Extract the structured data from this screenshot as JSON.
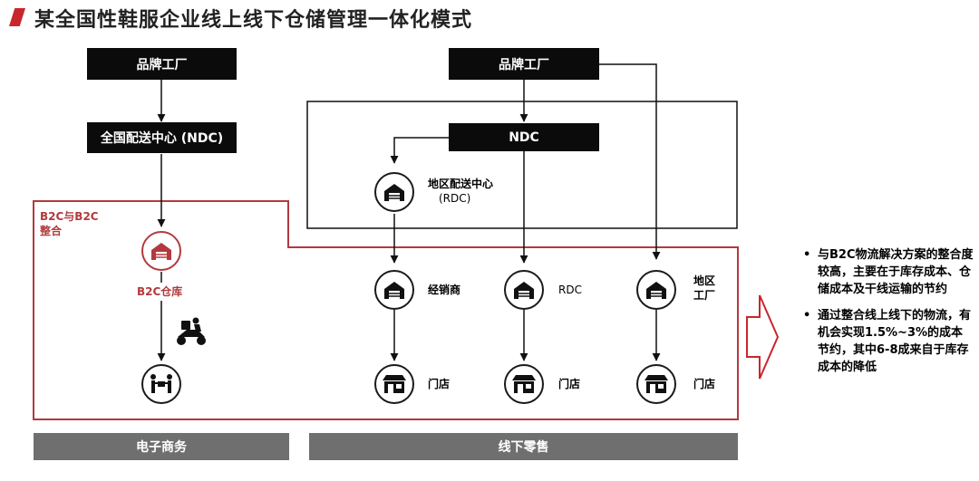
{
  "title": "某全国性鞋服企业线上线下仓储管理一体化模式",
  "left": {
    "factory": "品牌工厂",
    "ndc": "全国配送中心 (NDC)",
    "b2c_group_label_1": "B2C与B2C",
    "b2c_group_label_2": "整合",
    "b2c_warehouse": "B2C仓库"
  },
  "right": {
    "factory": "品牌工厂",
    "ndc": "NDC",
    "rdc_top_1": "地区配送中心",
    "rdc_top_2": "(RDC)",
    "distributor": "经销商",
    "rdc": "RDC",
    "regional_factory_1": "地区",
    "regional_factory_2": "工厂",
    "store_1": "门店",
    "store_2": "门店",
    "store_3": "门店"
  },
  "footer": {
    "ecommerce": "电子商务",
    "offline": "线下零售"
  },
  "bullets": [
    "与B2C物流解决方案的整合度较高，主要在于库存成本、仓储成本及干线运输的节约",
    "通过整合线上线下的物流，有机会实现1.5%~3%的成本节约，其中6-8成来自于库存成本的降低"
  ],
  "colors": {
    "accent": "#c8262c",
    "outline_red": "#b23a3e",
    "dark": "#0b0b0b",
    "footer_gray": "#6f6f6f"
  }
}
